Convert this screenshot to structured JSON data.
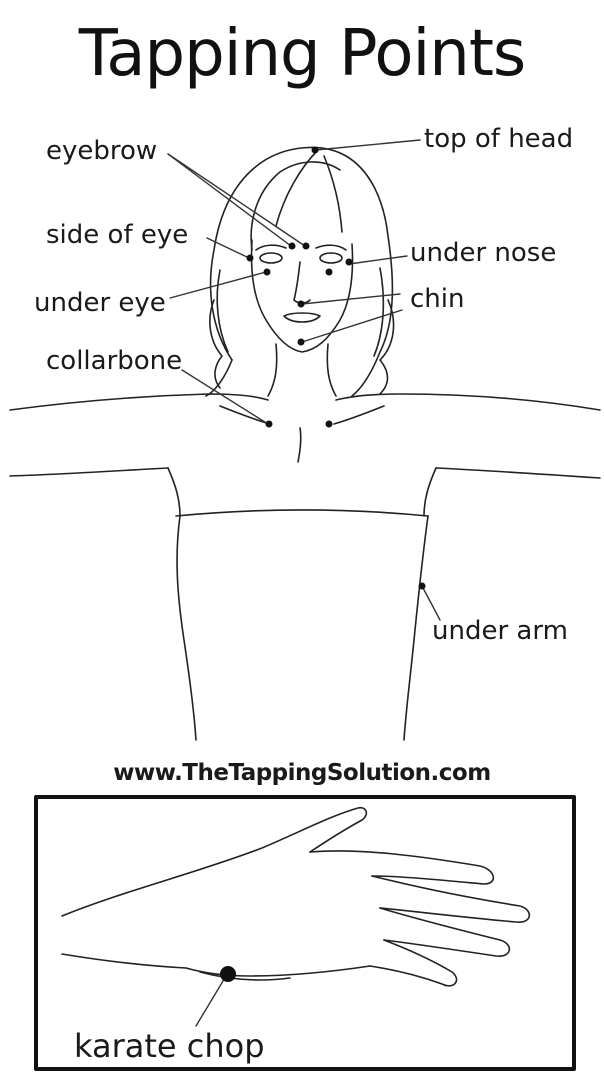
{
  "title": "Tapping Points",
  "labels": {
    "eyebrow": "eyebrow",
    "top_of_head": "top of head",
    "side_of_eye": "side of eye",
    "under_nose": "under nose",
    "under_eye": "under eye",
    "chin": "chin",
    "collarbone": "collarbone",
    "under_arm": "under arm",
    "karate_chop": "karate chop"
  },
  "website": "www.TheTappingSolution.com"
}
